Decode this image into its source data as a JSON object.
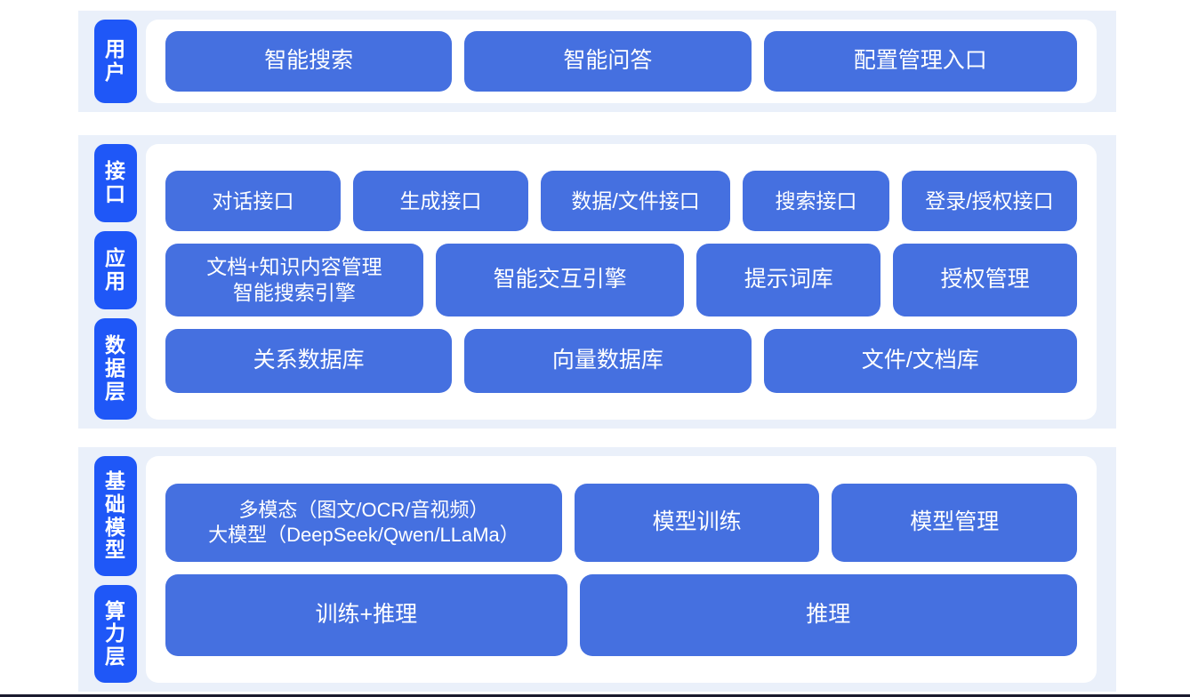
{
  "theme": {
    "page_background": "#ffffff",
    "band_background": "#eaf0fa",
    "panel_background": "#ffffff",
    "pill_color": "#1f57f7",
    "box_color": "#4570e0",
    "text_color": "#ffffff"
  },
  "layers": [
    {
      "id": "user",
      "labels": [
        "用户"
      ],
      "rows": [
        {
          "id": "user-entries",
          "boxes": [
            {
              "label": "智能搜索"
            },
            {
              "label": "智能问答"
            },
            {
              "label": "配置管理入口"
            }
          ]
        }
      ]
    },
    {
      "id": "middle",
      "labels": [
        "接口",
        "应用",
        "数据层"
      ],
      "rows": [
        {
          "id": "interface",
          "boxes": [
            {
              "label": "对话接口"
            },
            {
              "label": "生成接口"
            },
            {
              "label": "数据/文件接口"
            },
            {
              "label": "搜索接口"
            },
            {
              "label": "登录/授权接口"
            }
          ]
        },
        {
          "id": "application",
          "boxes": [
            {
              "label": "文档+知识内容管理\n智能搜索引擎"
            },
            {
              "label": "智能交互引擎"
            },
            {
              "label": "提示词库"
            },
            {
              "label": "授权管理"
            }
          ]
        },
        {
          "id": "data",
          "boxes": [
            {
              "label": "关系数据库"
            },
            {
              "label": "向量数据库"
            },
            {
              "label": "文件/文档库"
            }
          ]
        }
      ]
    },
    {
      "id": "bottom",
      "labels": [
        "基础模型",
        "算力层"
      ],
      "rows": [
        {
          "id": "model",
          "boxes": [
            {
              "label": "多模态（图文/OCR/音视频）\n大模型（DeepSeek/Qwen/LLaMa）"
            },
            {
              "label": "模型训练"
            },
            {
              "label": "模型管理"
            }
          ]
        },
        {
          "id": "compute",
          "boxes": [
            {
              "label": "训练+推理"
            },
            {
              "label": "推理"
            }
          ]
        }
      ]
    }
  ]
}
